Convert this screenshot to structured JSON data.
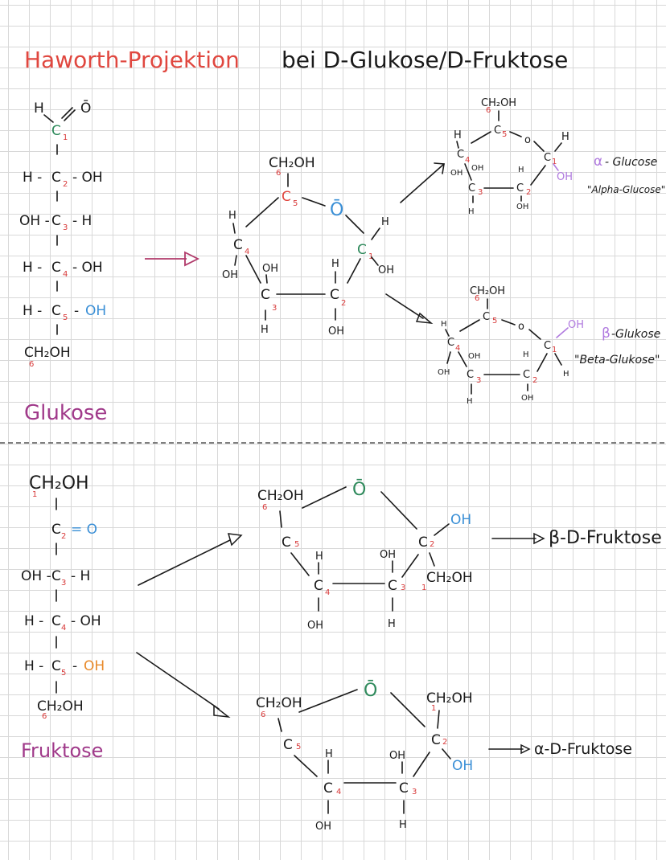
{
  "title": {
    "red": "Haworth-Projektion",
    "black": "bei D-Glukose/D-Fruktose"
  },
  "colors": {
    "red": "#e0473f",
    "green": "#2f8a5c",
    "blue": "#3a8fd6",
    "orange": "#e88a2a",
    "violet": "#b07adf",
    "purple": "#a03a8a"
  },
  "glukose": {
    "label": "Glukose",
    "fischer": {
      "top_h": "H",
      "top_o": "Ō",
      "c1": "C",
      "c1n": "1",
      "r2l": "H -",
      "c2": "C",
      "c2n": "2",
      "r2r": "- OH",
      "r3l": "OH -",
      "c3": "C",
      "c3n": "3",
      "r3r": "- H",
      "r4l": "H -",
      "c4": "C",
      "c4n": "4",
      "r4r": "- OH",
      "r5l": "H -",
      "c5": "C",
      "c5n": "5",
      "r5d": "-",
      "r5r": "OH",
      "c6": "CH₂OH",
      "c6n": "6"
    },
    "ring": {
      "ch2oh": "CH₂OH",
      "c6n": "6",
      "c5": "C",
      "c5n": "5",
      "o": "Ō",
      "c4": "C",
      "c4n": "4",
      "c4h": "H",
      "c4oh": "OH",
      "c1": "C",
      "c1n": "1",
      "c1h": "H",
      "c1oh": "OH",
      "c3": "C",
      "c3n": "3",
      "c3oh": "OH",
      "c3h": "H",
      "c2": "C",
      "c2n": "2",
      "c2h": "H",
      "c2oh": "OH"
    },
    "alpha": {
      "ch2oh": "CH₂OH",
      "c6n": "6",
      "c5": "C",
      "c5n": "5",
      "o": "o",
      "c1": "C",
      "c1n": "1",
      "h_top": "H",
      "oh": "OH",
      "c4": "C",
      "c4n": "4",
      "c4h": "H",
      "c4oh": "OH",
      "c3": "C",
      "c3n": "3",
      "c3oh": "OH",
      "c3h": "H",
      "c2": "C",
      "c2n": "2",
      "c2h": "H",
      "c2oh": "OH",
      "label_greek": "α",
      "label": "- Glucose",
      "alias": "\"Alpha-Glucose\""
    },
    "beta": {
      "ch2oh": "CH₂OH",
      "c6n": "6",
      "c5": "C",
      "c5n": "5",
      "o": "o",
      "c1": "C",
      "c1n": "1",
      "oh": "OH",
      "h_bot": "H",
      "c4": "C",
      "c4n": "4",
      "c4h": "H",
      "c4oh": "OH",
      "c3": "C",
      "c3n": "3",
      "c3oh": "OH",
      "c3h": "H",
      "c2": "C",
      "c2n": "2",
      "c2h": "H",
      "c2oh": "OH",
      "label_greek": "β",
      "label": "-Glukose",
      "alias": "\"Beta-Glukose\""
    }
  },
  "fruktose": {
    "label": "Fruktose",
    "fischer": {
      "c1": "CH₂OH",
      "c1n": "1",
      "c2": "C",
      "c2n": "2",
      "c2r": "= O",
      "r3l": "OH -",
      "c3": "C",
      "c3n": "3",
      "r3r": "- H",
      "r4l": "H -",
      "c4": "C",
      "c4n": "4",
      "r4r": "- OH",
      "r5l": "H -",
      "c5": "C",
      "c5n": "5",
      "r5d": "-",
      "r5r": "OH",
      "c6": "CH₂OH",
      "c6n": "6"
    },
    "beta": {
      "ch2oh6": "CH₂OH",
      "c6n": "6",
      "o": "Ō",
      "c5": "C",
      "c5n": "5",
      "c2": "C",
      "c2n": "2",
      "oh": "OH",
      "c4h": "H",
      "c4": "C",
      "c4n": "4",
      "c4oh": "OH",
      "c3oh": "OH",
      "c3": "C",
      "c3n": "3",
      "c3h": "H",
      "ch2oh1": "CH₂OH",
      "c1n": "1",
      "result": "β-D-Fruktose"
    },
    "alpha": {
      "ch2oh6": "CH₂OH",
      "c6n": "6",
      "o": "Ō",
      "ch2oh1": "CH₂OH",
      "c1n": "1",
      "c5": "C",
      "c5n": "5",
      "c2": "C",
      "c2n": "2",
      "oh": "OH",
      "c4h": "H",
      "c4": "C",
      "c4n": "4",
      "c4oh": "OH",
      "c3oh": "OH",
      "c3": "C",
      "c3n": "3",
      "c3h": "H",
      "result": "α-D-Fruktose"
    }
  }
}
